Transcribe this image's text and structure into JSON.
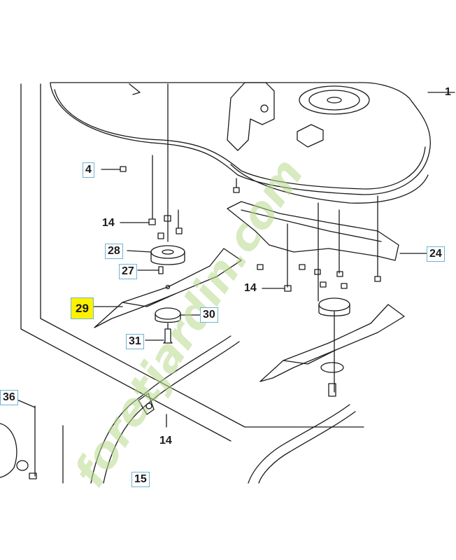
{
  "labels": {
    "p4": "4",
    "p14a": "14",
    "p28": "28",
    "p27": "27",
    "p29": "29",
    "p30": "30",
    "p31": "31",
    "p14b": "14",
    "p24": "24",
    "p36": "36",
    "p14c": "14",
    "p15": "15",
    "p1": "1"
  },
  "watermark": "foretjardin.com",
  "colors": {
    "highlight": "#fff200",
    "box_border": "#6fb3d2",
    "watermark_green": "#b8d98a",
    "watermark_orange": "#f2b06a",
    "watermark_grey": "#c9c0b5",
    "line": "#1a1a1a"
  }
}
